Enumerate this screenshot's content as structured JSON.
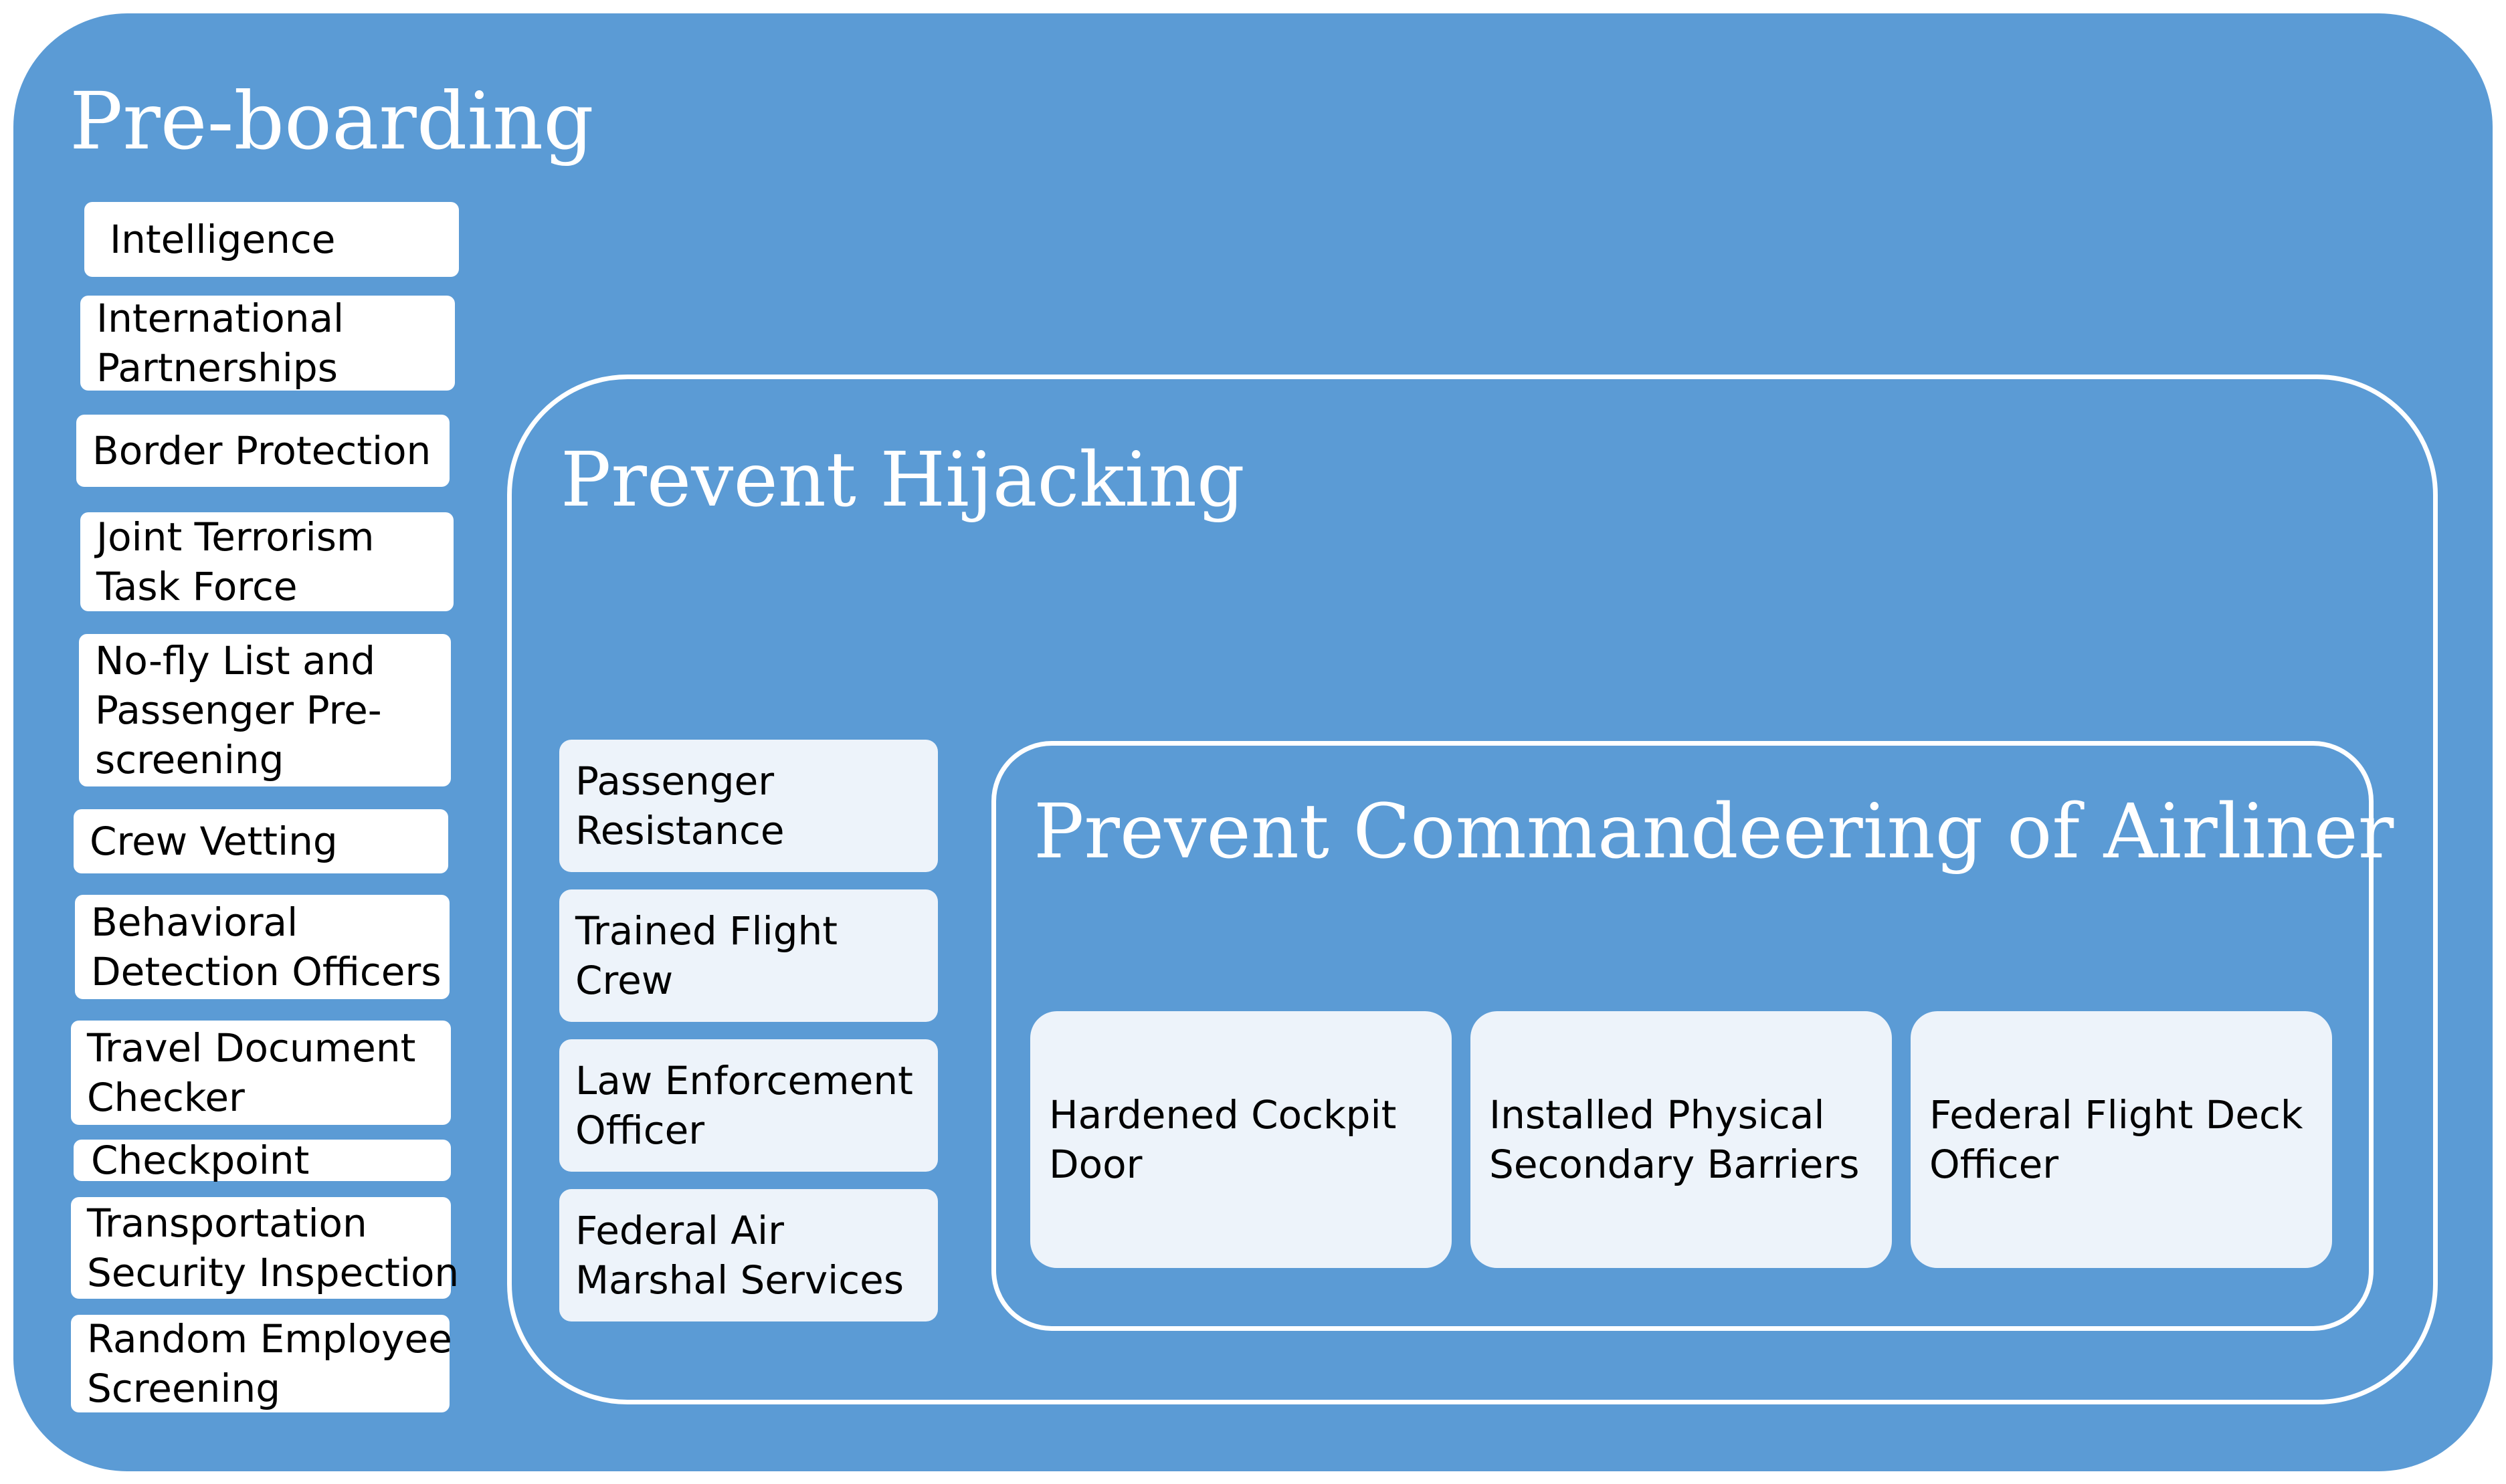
{
  "preboarding": {
    "title": "Pre-boarding",
    "items": [
      [
        "Intelligence"
      ],
      [
        "International",
        "Partnerships"
      ],
      [
        "Border Protection"
      ],
      [
        "Joint Terrorism",
        "Task Force"
      ],
      [
        "No-fly List and",
        "Passenger Pre-",
        "screening"
      ],
      [
        "Crew Vetting"
      ],
      [
        "Behavioral",
        "Detection Officers"
      ],
      [
        "Travel Document",
        "Checker"
      ],
      [
        "Checkpoint"
      ],
      [
        "Transportation",
        "Security Inspection"
      ],
      [
        "Random Employee",
        "Screening"
      ]
    ]
  },
  "hijacking": {
    "title": "Prevent Hijacking",
    "items": [
      [
        "Passenger",
        "Resistance"
      ],
      [
        "Trained Flight",
        "Crew"
      ],
      [
        "Law Enforcement",
        "Officer"
      ],
      [
        "Federal Air",
        "Marshal Services"
      ]
    ]
  },
  "commandeering": {
    "title": "Prevent Commandeering of Airliner",
    "items": [
      [
        "Hardened Cockpit",
        "Door"
      ],
      [
        "Installed Physical",
        "Secondary Barriers"
      ],
      [
        "Federal Flight Deck",
        "Officer"
      ]
    ]
  },
  "colors": {
    "background": "#5b9bd5",
    "frame": "#ffffff",
    "box": "#ffffff",
    "inner_box": "#edf3fa",
    "text": "#000000"
  }
}
